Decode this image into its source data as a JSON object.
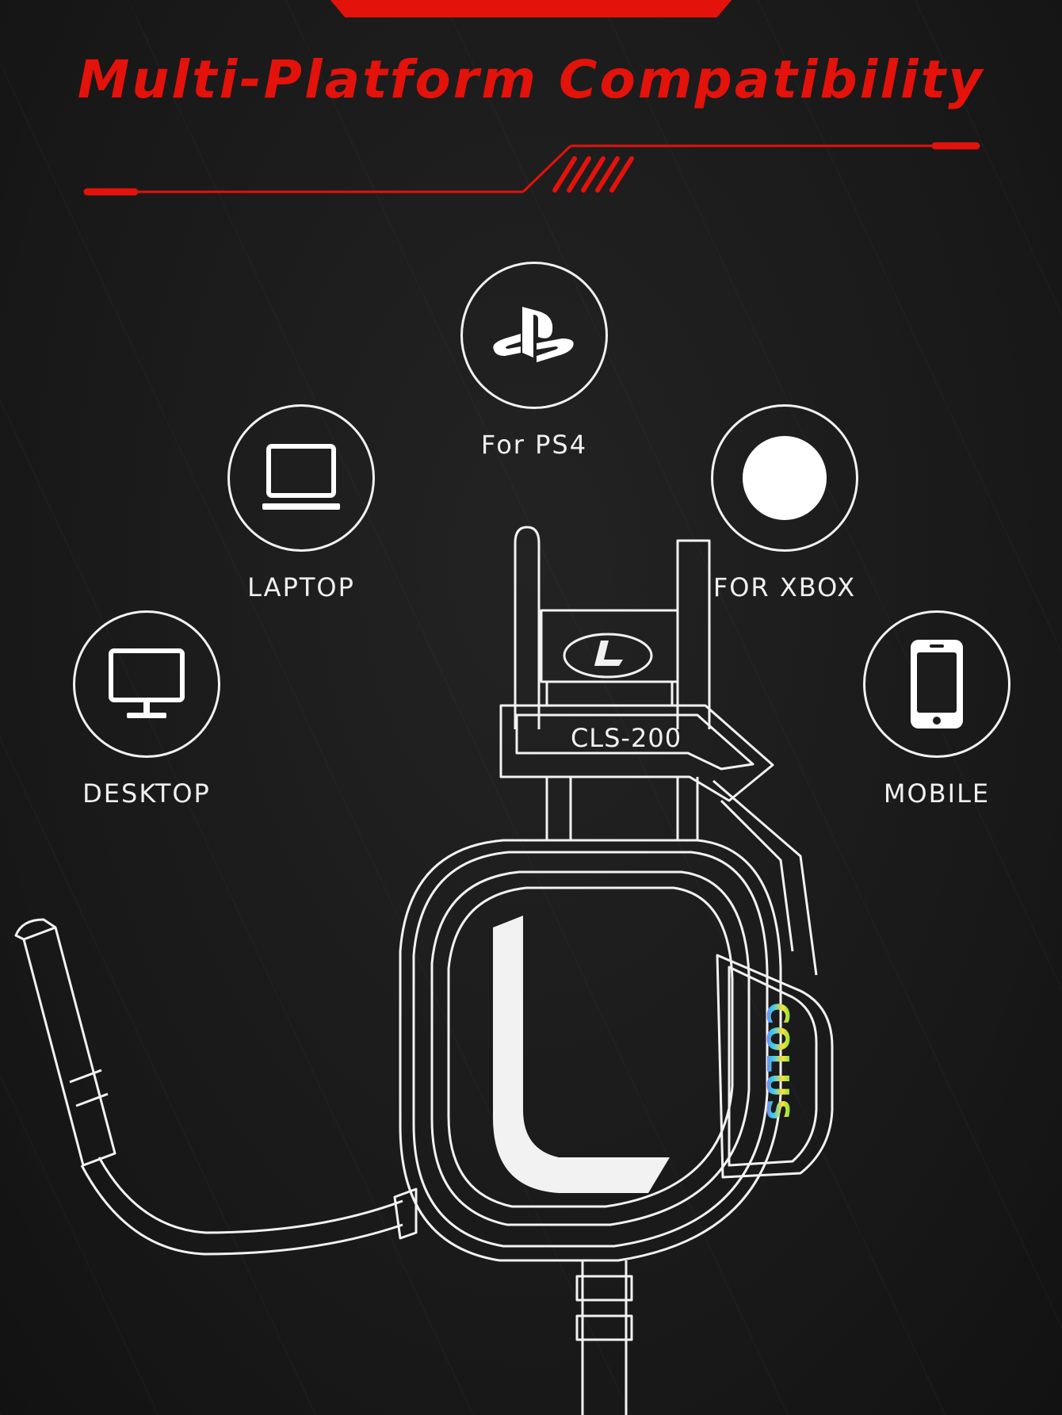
{
  "header": {
    "title": "Multi-Platform Compatibility"
  },
  "platforms": [
    {
      "label": "For PS4",
      "icon": "playstation-icon"
    },
    {
      "label": "LAPTOP",
      "icon": "laptop-icon"
    },
    {
      "label": "FOR XBOX",
      "icon": "xbox-icon"
    },
    {
      "label": "DESKTOP",
      "icon": "desktop-monitor-icon"
    },
    {
      "label": "MOBILE",
      "icon": "mobile-phone-icon"
    }
  ],
  "product": {
    "model": "CLS-200",
    "brand_mark": "L",
    "side_logo": "COLUS"
  },
  "colors": {
    "accent": "#e3120b",
    "background": "#1a1a1a",
    "line": "#f2f2f2"
  }
}
